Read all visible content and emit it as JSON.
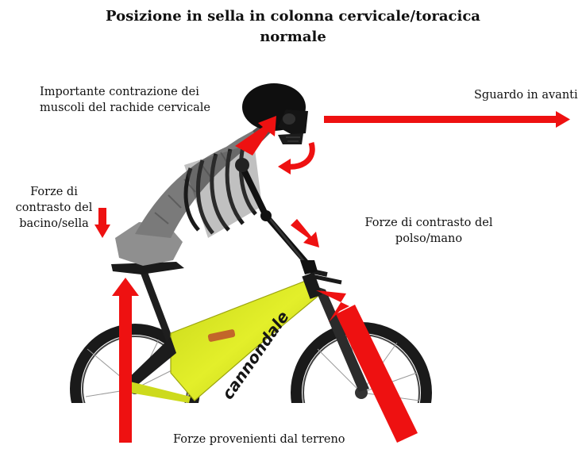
{
  "title_line1": "Posizione in sella in colonna cervicale/toracica",
  "title_line2": "normale",
  "labels": {
    "neck_line1": "Importante contrazione dei",
    "neck_line2": "muscoli del rachide cervicale",
    "gaze": "Sguardo in avanti",
    "pelvis_line1": "Forze di",
    "pelvis_line2": "contrasto del",
    "pelvis_line3": "bacino/sella",
    "wrist_line1": "Forze di contrasto del",
    "wrist_line2": "polso/mano",
    "ground": "Forze provenienti dal terreno",
    "bike_brand": "cannondale"
  },
  "colors": {
    "arrow": "#ee1111",
    "bike_frame": "#d9e81f",
    "skeleton": "#111111",
    "spine": "#8a8a8a"
  }
}
